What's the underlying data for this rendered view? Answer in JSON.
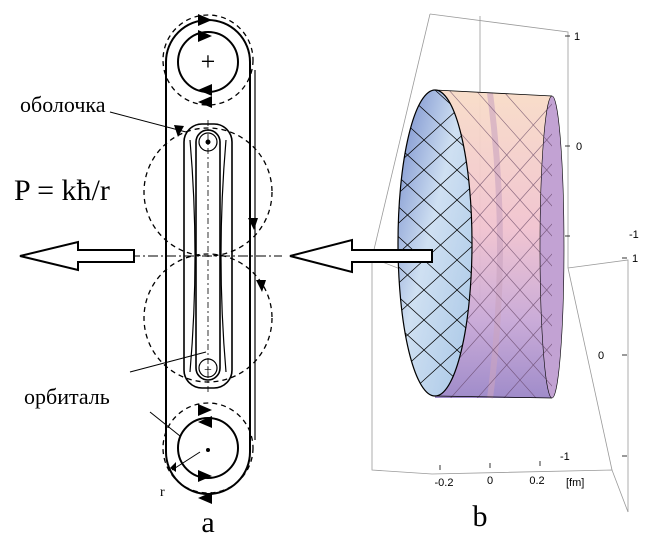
{
  "labels": {
    "shell": "оболочка",
    "orbital": "орбиталь",
    "formula": "P = kħ/r",
    "radius": "r",
    "plus_top": "+",
    "plus_bottom": "+",
    "panel_a": "a",
    "panel_b": "b"
  },
  "axes_3d": {
    "x_ticks": [
      "-0.2",
      "0",
      "0.2"
    ],
    "x_unit": "[fm]",
    "right_upper_ticks": [
      "1",
      "0",
      "-1"
    ],
    "right_lower_ticks": [
      "1",
      "0",
      "-1"
    ]
  },
  "colors": {
    "line": "#000000",
    "disc_top": "#f6d7c2",
    "disc_bottom": "#9b86c7",
    "disc_face": "#b6c9e8"
  }
}
